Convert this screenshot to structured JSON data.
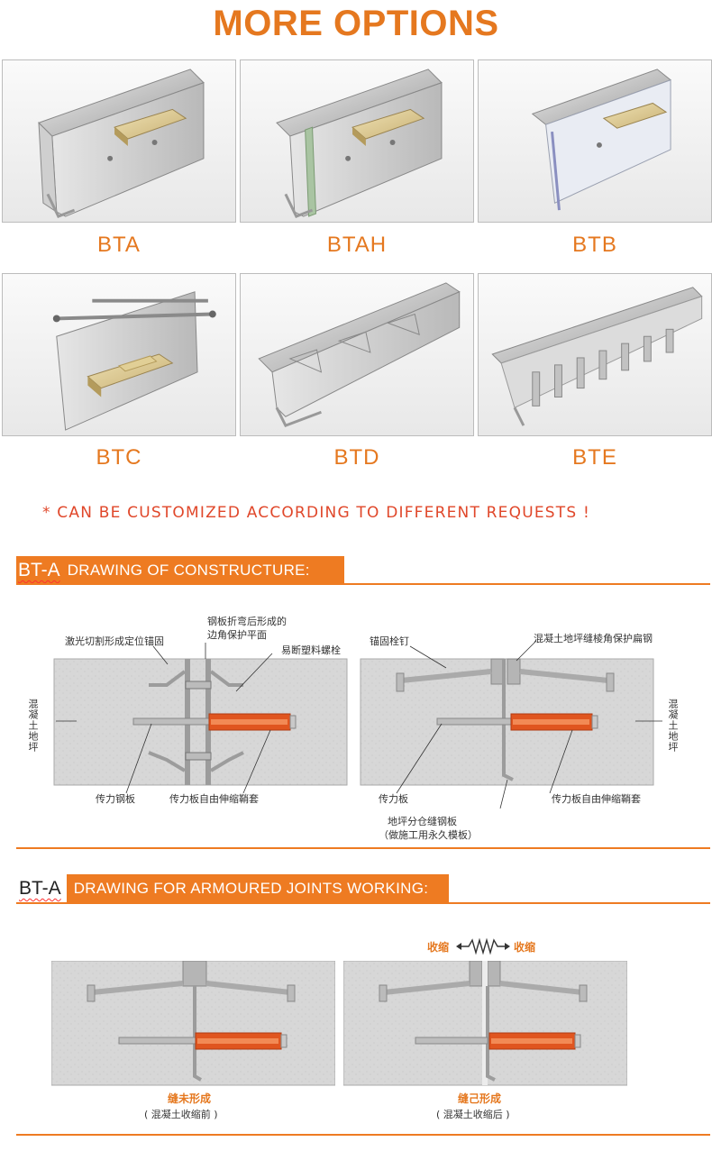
{
  "heading": "MORE OPTIONS",
  "products": [
    {
      "code": "BTA"
    },
    {
      "code": "BTAH"
    },
    {
      "code": "BTB"
    },
    {
      "code": "BTC"
    },
    {
      "code": "BTD"
    },
    {
      "code": "BTE"
    }
  ],
  "note": "* CAN BE CUSTOMIZED ACCORDING TO DIFFERENT REQUESTS !",
  "section1": {
    "code": "BT-A",
    "title": "DRAWING OF CONSTRUCTURE:",
    "labels": {
      "laser_anchor": "激光切割形成定位锚固",
      "edge_plane_1": "钢板折弯后形成的",
      "edge_plane_2": "边角保护平面",
      "plastic_bolt": "易断塑料螺栓",
      "anchor_nail": "锚固栓钉",
      "edge_steel": "混凝土地坪缝棱角保护扁钢",
      "floor_left": "混凝土地坪",
      "floor_right": "混凝土地坪",
      "dowel_plate_left": "传力钢板",
      "sleeve_left": "传力板自由伸缩鞘套",
      "dowel_plate_right": "传力板",
      "sleeve_right": "传力板自由伸缩鞘套",
      "joint_plate_1": "地坪分仓缝钢板",
      "joint_plate_2": "（做施工用永久模板）"
    }
  },
  "section2": {
    "code": "BT-A",
    "title": "DRAWING FOR ARMOURED JOINTS WORKING:",
    "shrink_left": "收缩",
    "shrink_right": "收缩",
    "state_before": "缝未形成",
    "state_before_sub": "( 混凝土收缩前 )",
    "state_after": "缝己形成",
    "state_after_sub": "( 混凝土收缩后 )"
  },
  "colors": {
    "accent": "#ee7b22",
    "note": "#e0472a",
    "sleeve": "#e0551f",
    "steel": "#9c9c9c",
    "concrete": "#d6d6d6"
  }
}
